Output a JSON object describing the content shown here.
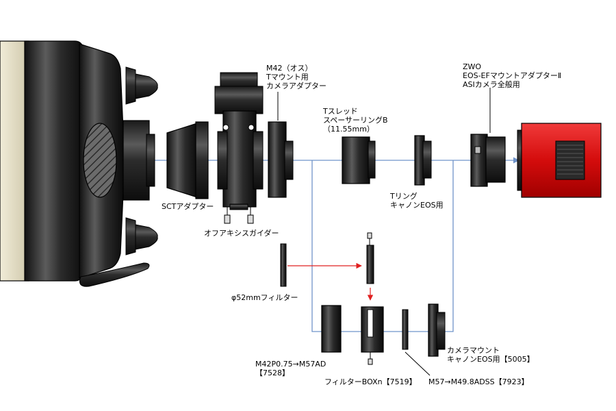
{
  "colors": {
    "optical_path": "#6f93c9",
    "filter_path_arrow": "#e02020",
    "telescope_tube": "#e6e0c8",
    "camera_body": "#e01010"
  },
  "icons": {
    "telescope": "telescope-icon",
    "camera": "zwo-asi-camera-icon"
  },
  "labels": {
    "m42_adapter": [
      "M42（オス）",
      "Tマウント用",
      "カメラアダプター"
    ],
    "zwo_adapter": [
      "ZWO",
      "EOS-EFマウントアダプターⅡ",
      "ASIカメラ全般用"
    ],
    "t_spacer": [
      "Tスレッド",
      "スペーサーリングB",
      "（11.55mm）"
    ],
    "sct_adapter": "SCTアダプター",
    "off_axis_guider": "オフアキシスガイダー",
    "t_ring": [
      "Tリング",
      "キャノンEOS用"
    ],
    "filter_52": "φ52mmフィルター",
    "m42_m57": [
      "M42P0.75→M57AD",
      "【7528】"
    ],
    "filter_box": "フィルターBOXn【7519】",
    "m57_m49": "M57→M49.8ADSS【7923】",
    "camera_mount": [
      "カメラマウント",
      "キャノンEOS用【5005】"
    ]
  }
}
